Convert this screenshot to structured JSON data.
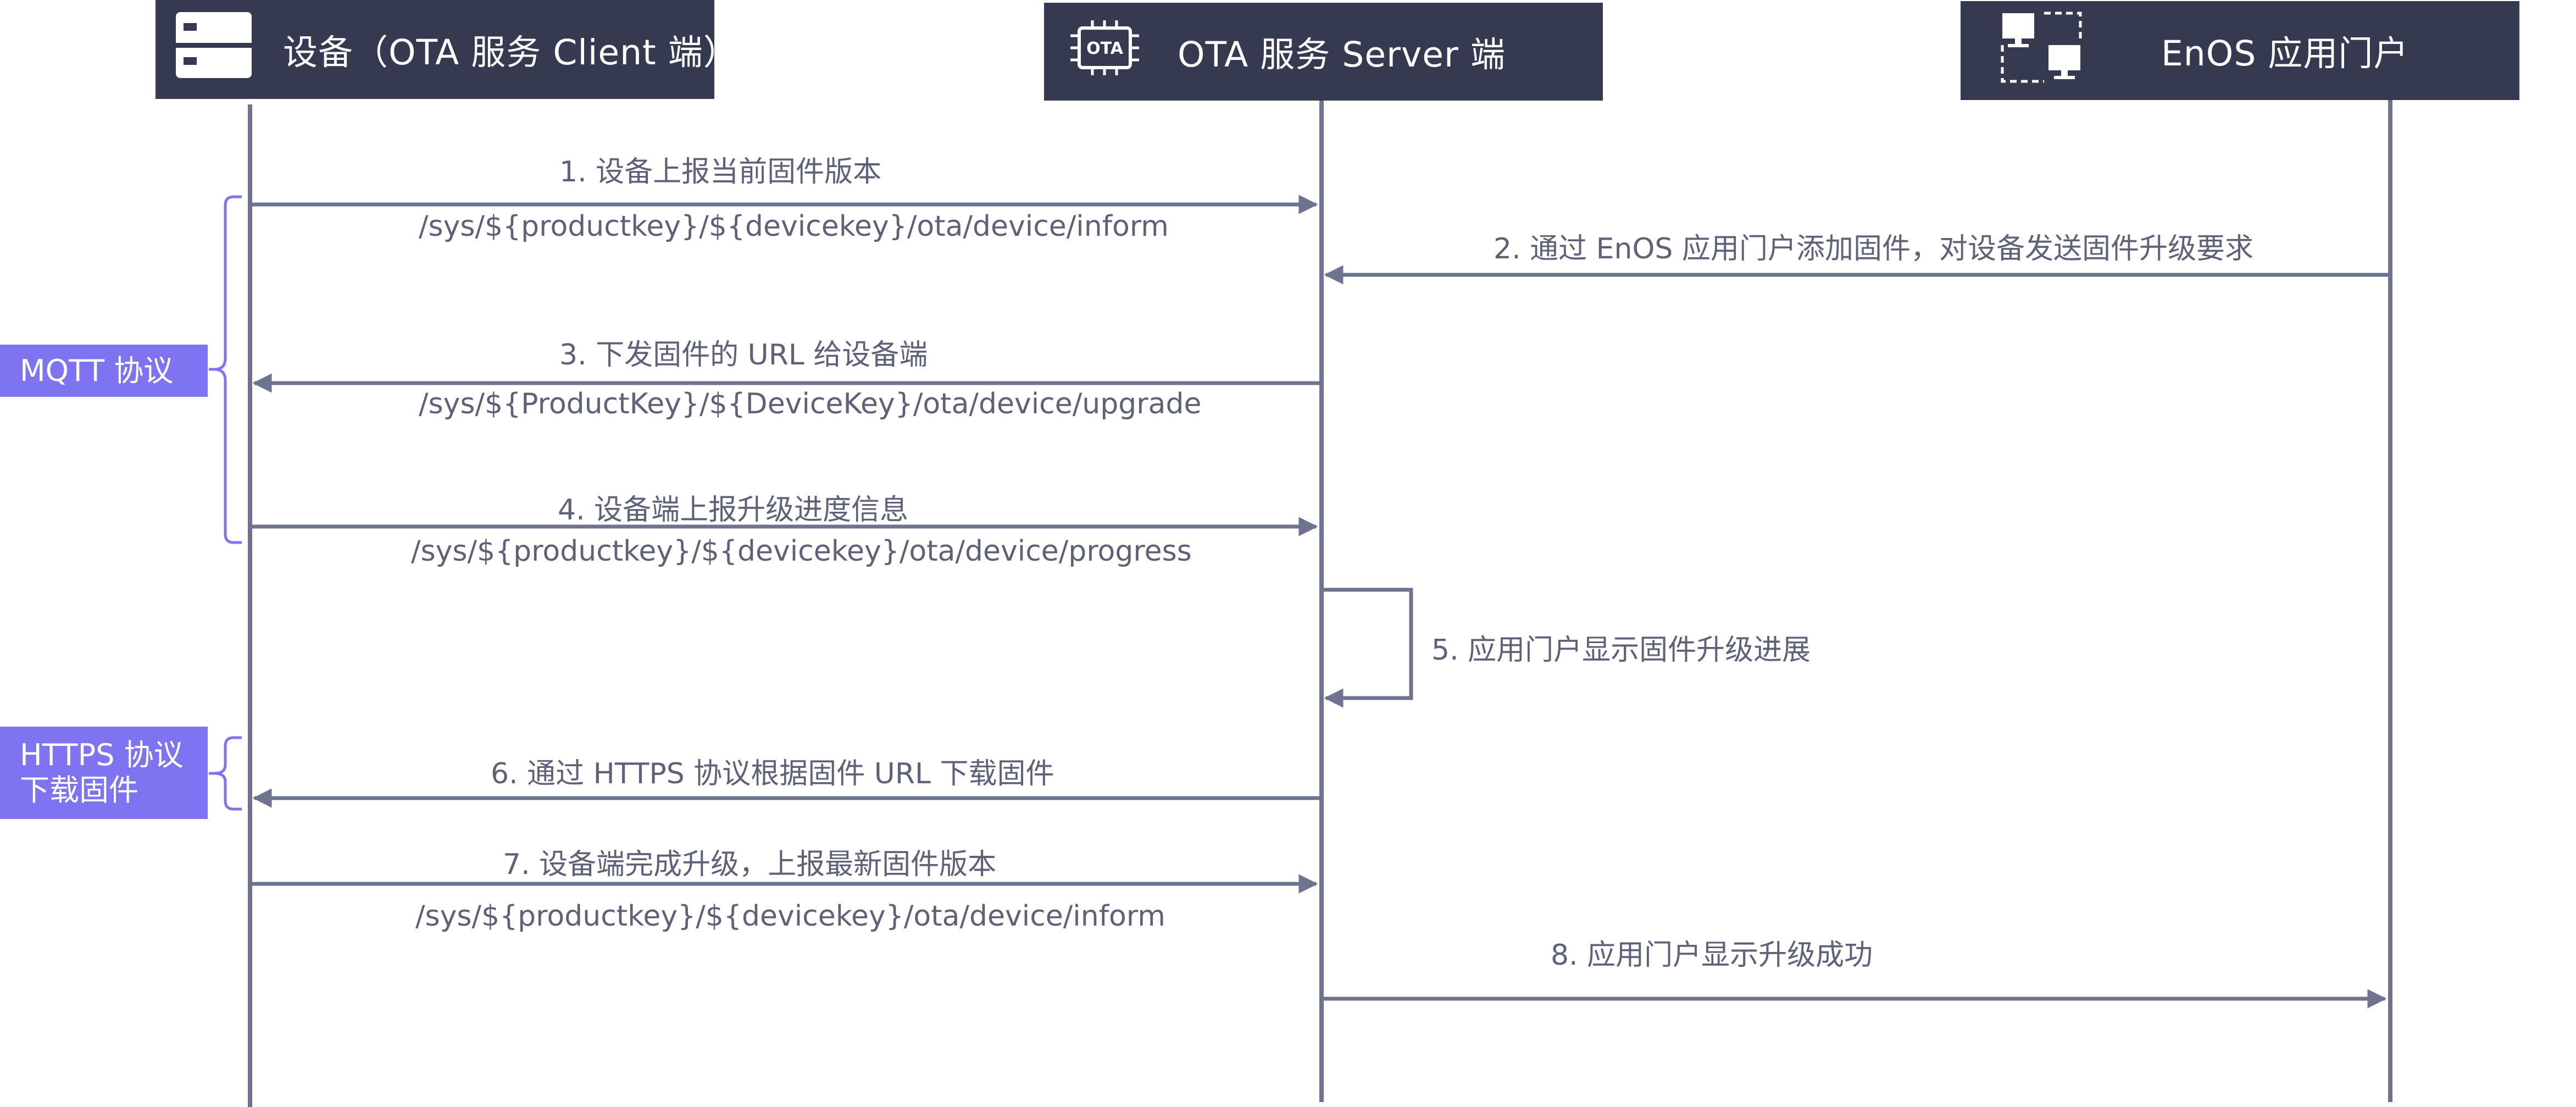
{
  "actors": {
    "device": {
      "title": "设备（OTA 服务 Client 端）",
      "icon": "server-icon"
    },
    "server": {
      "title": "OTA 服务 Server 端",
      "icon": "ota-chip-icon",
      "icon_text": "OTA"
    },
    "portal": {
      "title": "EnOS 应用门户",
      "icon": "network-computers-icon"
    }
  },
  "messages": {
    "m1": {
      "label": "1. 设备上报当前固件版本",
      "topic": "/sys/${productkey}/${devicekey}/ota/device/inform"
    },
    "m2": {
      "label": "2. 通过 EnOS 应用门户添加固件，对设备发送固件升级要求"
    },
    "m3": {
      "label": "3. 下发固件的 URL 给设备端",
      "topic": "/sys/${ProductKey}/${DeviceKey}/ota/device/upgrade"
    },
    "m4": {
      "label": "4. 设备端上报升级进度信息",
      "topic": "/sys/${productkey}/${devicekey}/ota/device/progress"
    },
    "m5": {
      "label": "5. 应用门户显示固件升级进展"
    },
    "m6": {
      "label": "6. 通过 HTTPS 协议根据固件 URL 下载固件"
    },
    "m7": {
      "label": "7. 设备端完成升级，上报最新固件版本",
      "topic": "/sys/${productkey}/${devicekey}/ota/device/inform"
    },
    "m8": {
      "label": "8. 应用门户显示升级成功"
    }
  },
  "protocols": {
    "mqtt": {
      "line1": "MQTT 协议"
    },
    "https": {
      "line1": "HTTPS 协议",
      "line2": "下载固件"
    }
  },
  "colors": {
    "header_bg": "#353a50",
    "line": "#6e7390",
    "text": "#5d6278",
    "protocol_bg": "#7e73f0",
    "bracket": "#7e73f0"
  }
}
